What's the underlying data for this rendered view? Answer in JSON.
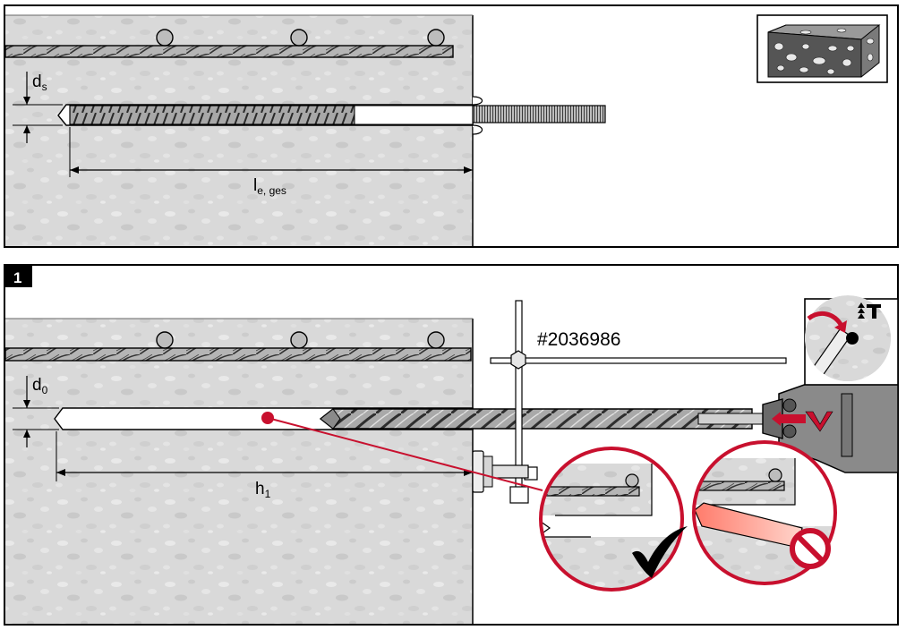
{
  "panel1": {
    "label_ds": "d",
    "label_ds_sub": "s",
    "label_le": "l",
    "label_le_sub": "e, ges"
  },
  "panel2": {
    "step_number": "1",
    "label_d0": "d",
    "label_d0_sub": "0",
    "label_h1": "h",
    "label_h1_sub": "1",
    "article_number": "#2036986"
  },
  "colors": {
    "accent_red": "#c8102e",
    "concrete": "#d9d9d9",
    "frame": "#000000"
  },
  "icons": [
    "concrete-sample-icon",
    "hammer-mode-icon",
    "checkmark-icon",
    "no-entry-icon"
  ]
}
